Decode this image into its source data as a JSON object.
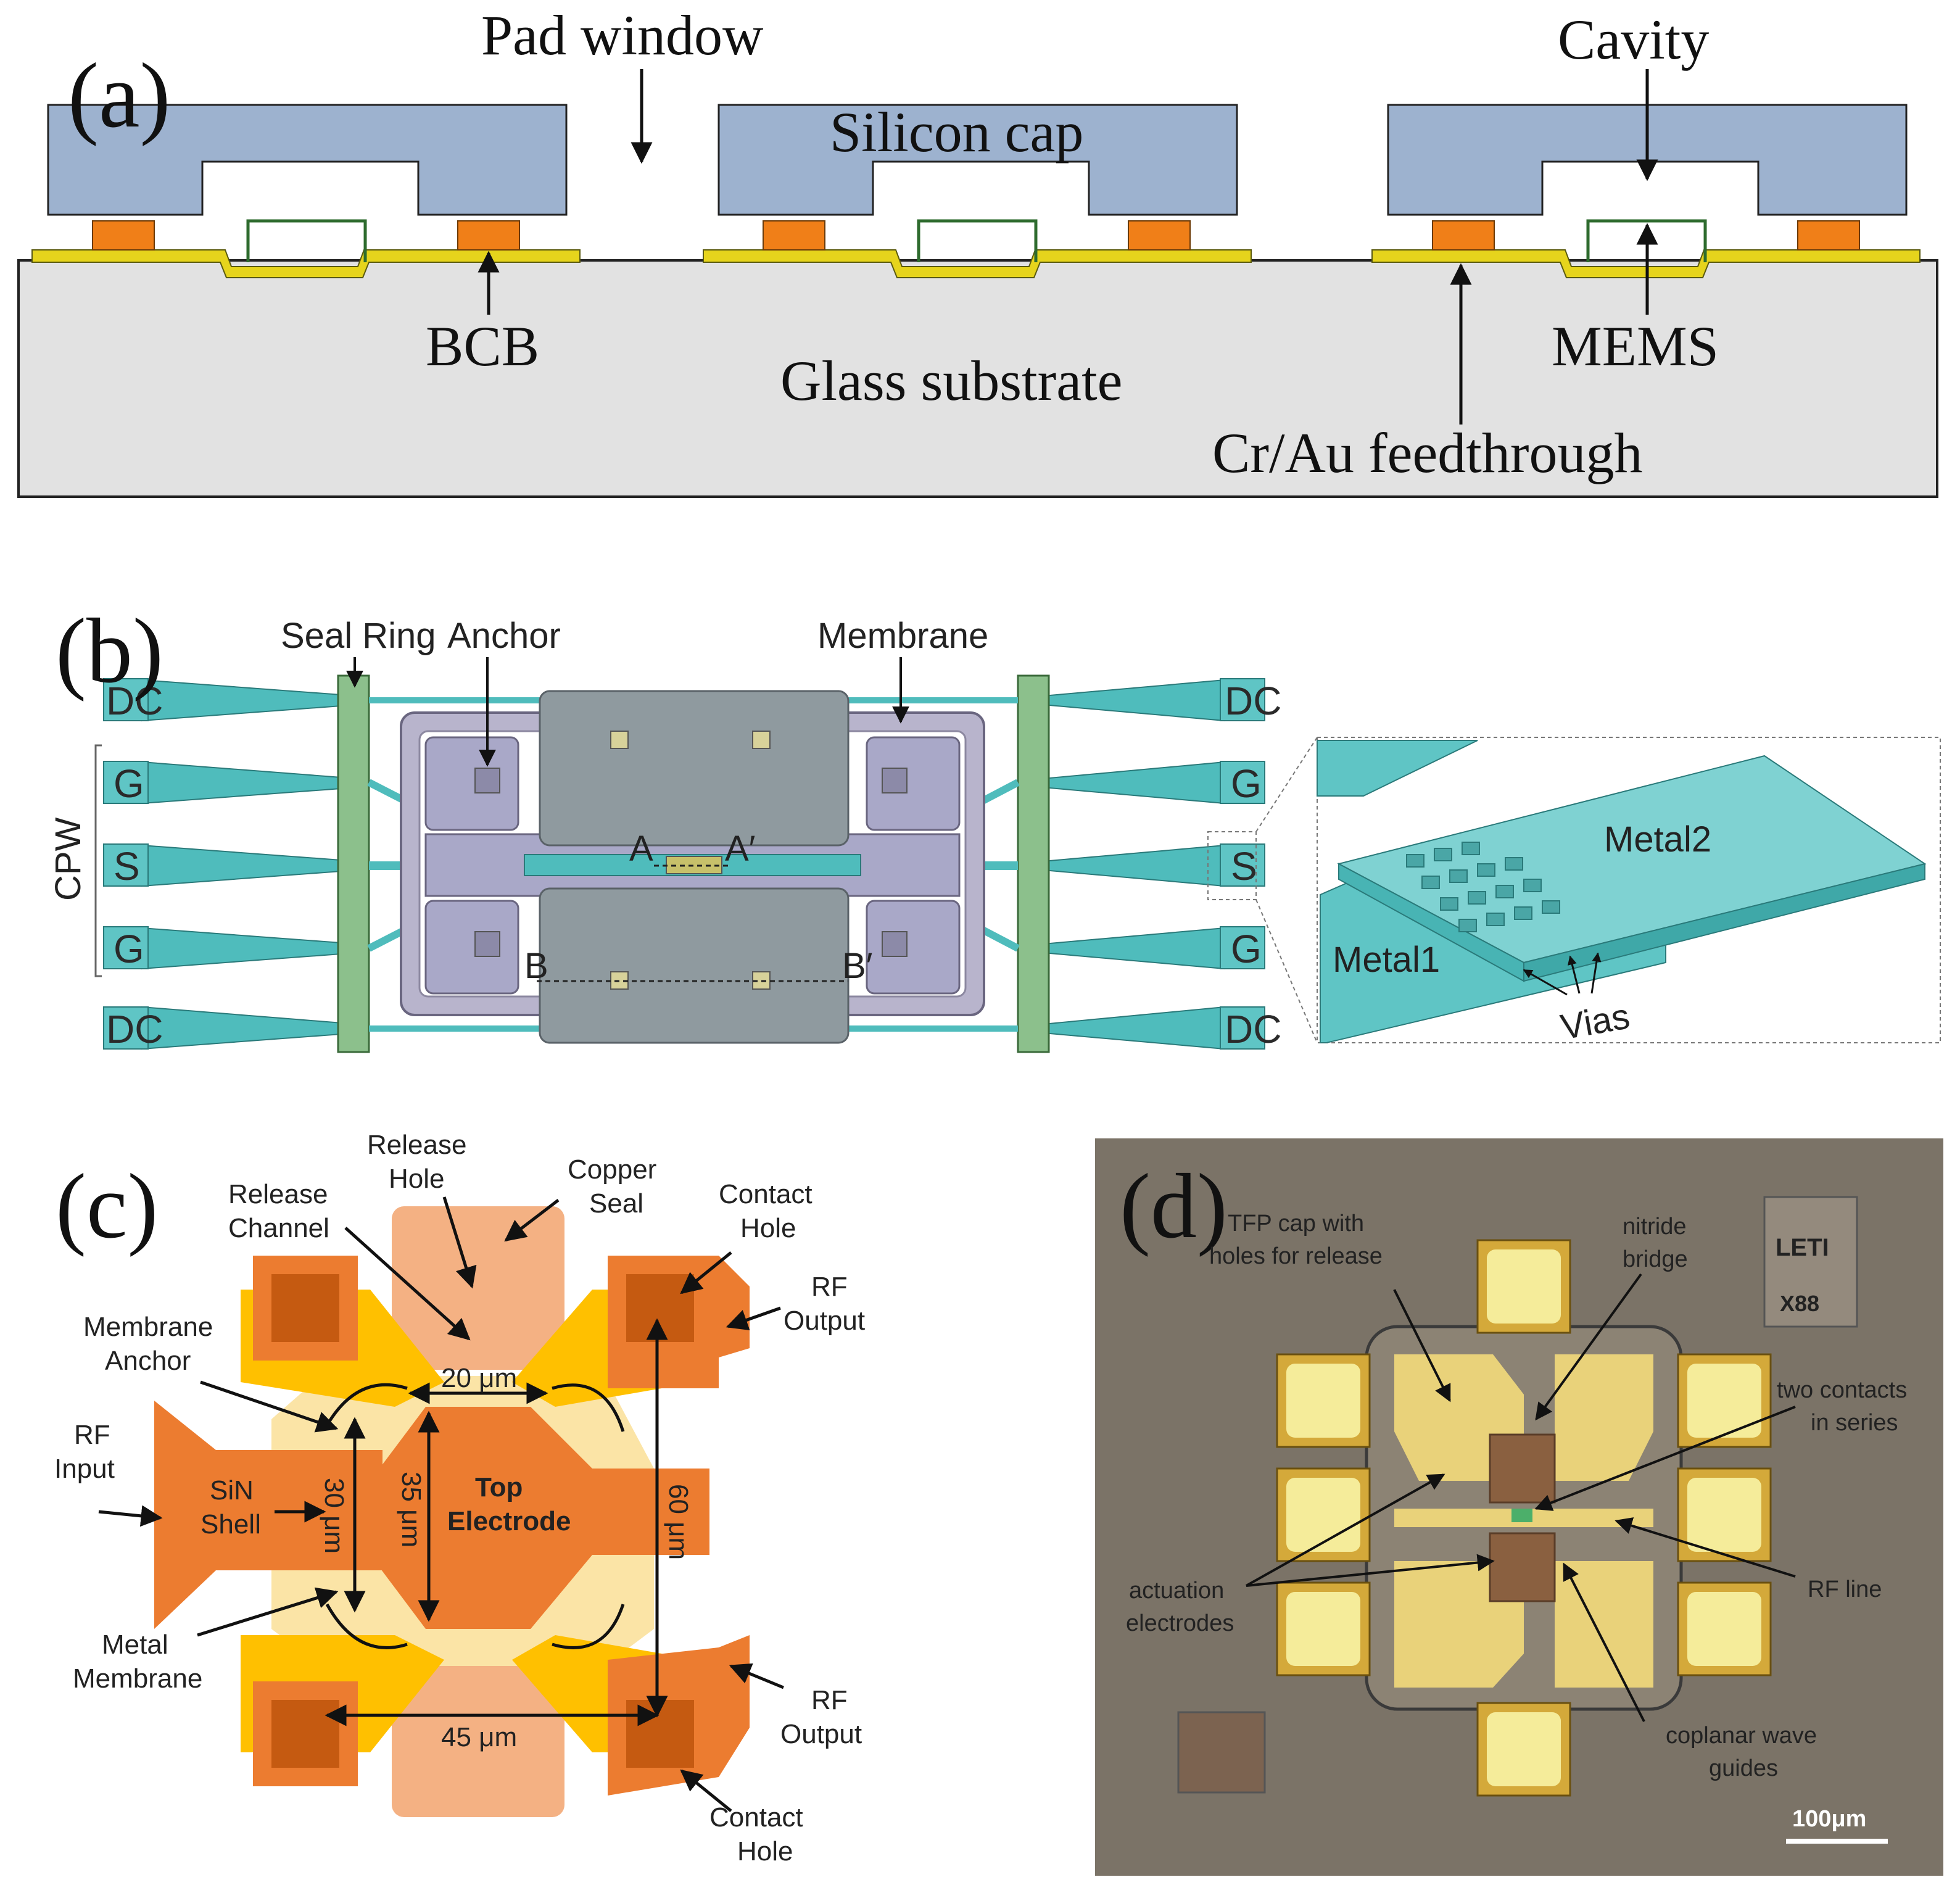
{
  "panel_a": {
    "letter": "(a)",
    "pad_window": "Pad window",
    "silicon_cap": "Silicon cap",
    "cavity": "Cavity",
    "bcb": "BCB",
    "mems": "MEMS",
    "glass_substrate": "Glass substrate",
    "feedthrough": "Cr/Au feedthrough"
  },
  "panel_b": {
    "letter": "(b)",
    "seal_ring": "Seal Ring",
    "anchor": "Anchor",
    "membrane": "Membrane",
    "cpw": "CPW",
    "pads_left": [
      "DC",
      "G",
      "S",
      "G",
      "DC"
    ],
    "pads_right": [
      "DC",
      "G",
      "S",
      "G",
      "DC"
    ],
    "a_label": "A",
    "a_prime": "A′",
    "b_label": "B",
    "b_prime": "B′",
    "metal2": "Metal2",
    "metal1": "Metal1",
    "vias": "Vias"
  },
  "panel_c": {
    "letter": "(c)",
    "release_hole_1": "Release",
    "release_hole_2": "Hole",
    "copper_seal_1": "Copper",
    "copper_seal_2": "Seal",
    "release_channel_1": "Release",
    "release_channel_2": "Channel",
    "contact_hole_top_1": "Contact",
    "contact_hole_top_2": "Hole",
    "rf_output_top_1": "RF",
    "rf_output_top_2": "Output",
    "membrane_anchor_1": "Membrane",
    "membrane_anchor_2": "Anchor",
    "dim_20": "20 μm",
    "rf_input_1": "RF",
    "rf_input_2": "Input",
    "sin_shell_1": "SiN",
    "sin_shell_2": "Shell",
    "dim_30": "30 μm",
    "dim_35": "35 μm",
    "top_electrode_1": "Top",
    "top_electrode_2": "Electrode",
    "dim_60": "60 μm",
    "metal_membrane_1": "Metal",
    "metal_membrane_2": "Membrane",
    "dim_45": "45 μm",
    "rf_output_bottom_1": "RF",
    "rf_output_bottom_2": "Output",
    "contact_hole_bottom_1": "Contact",
    "contact_hole_bottom_2": "Hole"
  },
  "panel_d": {
    "letter": "(d)",
    "tfp_cap_1": "TFP cap with",
    "tfp_cap_2": "holes for release",
    "nitride_1": "nitride",
    "nitride_2": "bridge",
    "two_contacts_1": "two contacts",
    "two_contacts_2": "in series",
    "actuation_1": "actuation",
    "actuation_2": "electrodes",
    "rf_line": "RF line",
    "cpw_1": "coplanar wave",
    "cpw_2": "guides",
    "scale": "100μm",
    "logo_text_1": "LETI",
    "logo_text_2": "X88"
  },
  "colors": {
    "silicon": "#9db2cf",
    "glass": "#e2e2e2",
    "gold_line": "#e6d41c",
    "bcb": "#f07f18",
    "mems": "#2e6b2e",
    "teal": "#4fbcbc",
    "seal_green": "#8cc08c",
    "membrane_gray": "#8f9a9f",
    "orange_dark": "#c55a11",
    "orange_mid": "#ec7c30",
    "orange_light": "#f4b183",
    "yellow": "#ffc000",
    "cream": "#fbe4a6",
    "photo_bg": "#7b7367"
  }
}
